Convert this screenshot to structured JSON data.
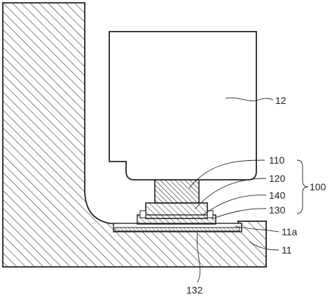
{
  "figure": {
    "colors": {
      "line": "#222222",
      "background": "#ffffff"
    },
    "labels": {
      "display": "12",
      "housing": "11",
      "housing_surface": "11a",
      "assembly": "100",
      "part_110": "110",
      "part_120": "120",
      "part_140": "140",
      "part_130": "130",
      "part_132": "132"
    }
  }
}
